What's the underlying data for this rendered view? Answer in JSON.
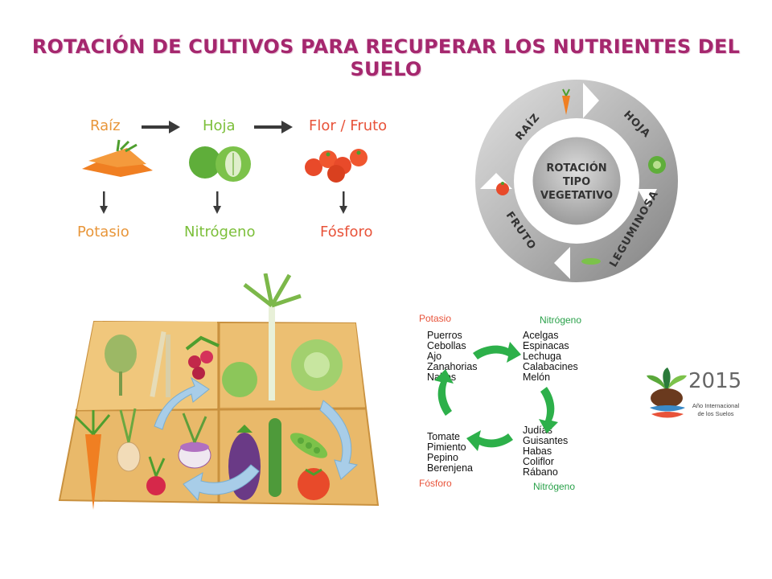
{
  "title": "ROTACIÓN DE CULTIVOS PARA RECUPERAR LOS NUTRIENTES DEL SUELO",
  "flow": {
    "stages": [
      {
        "label": "Raíz",
        "nutrient": "Potasio",
        "color": "#e8963a"
      },
      {
        "label": "Hoja",
        "nutrient": "Nitrógeno",
        "color": "#7cbf3a"
      },
      {
        "label": "Flor / Fruto",
        "nutrient": "Fósforo",
        "color": "#e8533a"
      }
    ]
  },
  "cycle": {
    "segments": [
      "RAÍZ",
      "HOJA",
      "LEGUMINOSA",
      "FRUTO"
    ],
    "center": [
      "ROTACIÓN",
      "TIPO",
      "VEGETATIVO"
    ]
  },
  "lists": {
    "potasio": {
      "label": "Potasio",
      "items": [
        "Puerros",
        "Cebollas",
        "Ajo",
        "Zanahorias",
        "Nabos"
      ]
    },
    "nitrogeno_hoja": {
      "label": "Nitrógeno",
      "items": [
        "Acelgas",
        "Espinacas",
        "Lechuga",
        "Calabacines",
        "Melón"
      ]
    },
    "nitrogeno_leg": {
      "label": "Nitrógeno",
      "items": [
        "Judías",
        "Guisantes",
        "Habas",
        "Coliflor",
        "Rábano"
      ]
    },
    "fosforo": {
      "label": "Fósforo",
      "items": [
        "Tomate",
        "Pimiento",
        "Pepino",
        "Berenjena"
      ]
    }
  },
  "logo": {
    "year": "2015",
    "subtitle_1": "Año Internacional",
    "subtitle_2": "de los Suelos"
  },
  "colors": {
    "title": "#a5276e",
    "potasio": "#e8963a",
    "nitrogeno": "#2aa14a",
    "fosforo": "#e8533a",
    "arrow_green": "#2db04a"
  }
}
